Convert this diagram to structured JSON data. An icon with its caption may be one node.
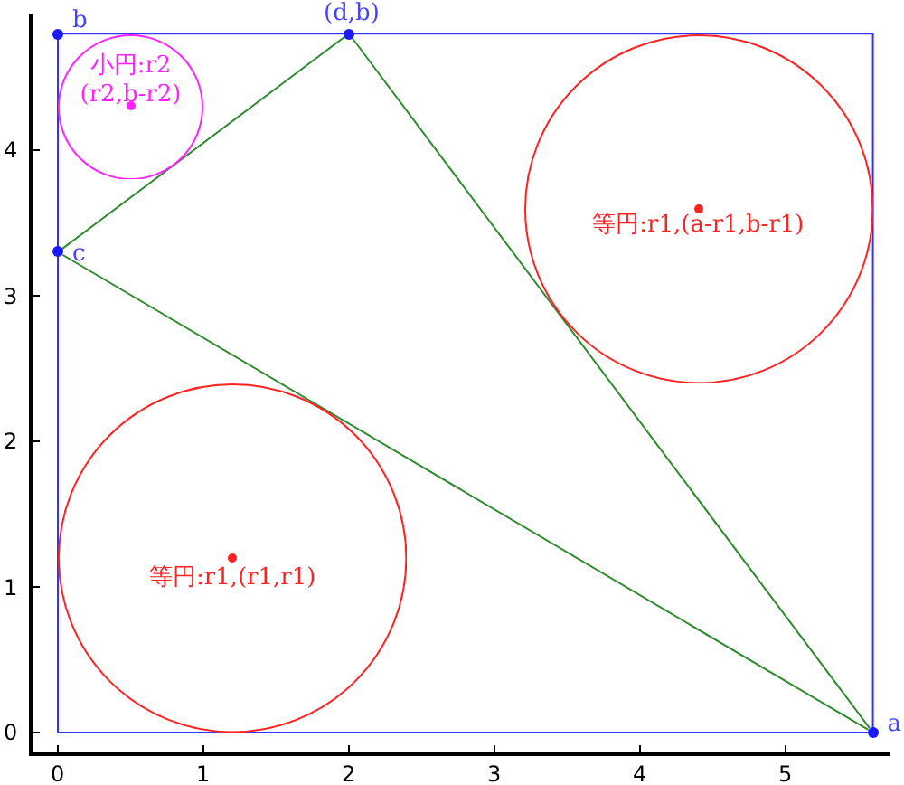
{
  "diagram": {
    "nodes": [
      {
        "text": [
          "b"
        ]
      },
      {
        "text": [
          "(d,b)"
        ]
      },
      {
        "text": [
          "小円:r2",
          "(r2,b-r2)"
        ]
      },
      {
        "text": [
          "c"
        ]
      },
      {
        "text": [
          "等円:r1,(a-r1,b-r1)"
        ]
      },
      {
        "text": [
          "等円:r1,(r1,r1)"
        ]
      },
      {
        "text": [
          "a"
        ]
      }
    ],
    "edges": [
      {
        "from": 3,
        "to": 1,
        "arrow": "none"
      },
      {
        "from": 1,
        "to": 6,
        "arrow": "none"
      },
      {
        "from": 6,
        "to": 3,
        "arrow": "none"
      }
    ],
    "labels": [
      "4",
      "3",
      "2",
      "1",
      "0",
      "0",
      "1",
      "2",
      "3",
      "4",
      "5"
    ]
  }
}
